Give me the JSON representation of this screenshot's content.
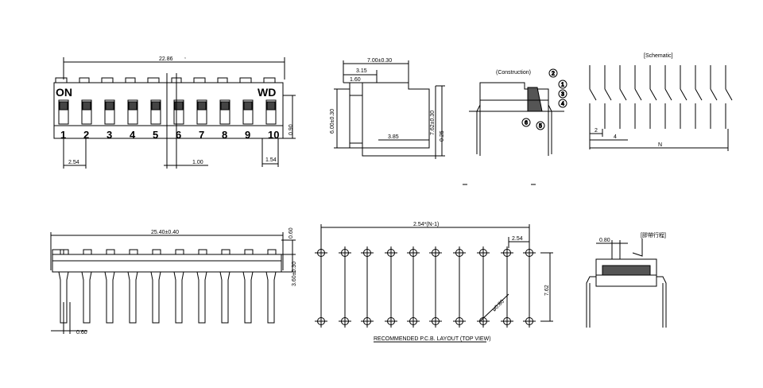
{
  "top_front": {
    "overall_dim": "22.86",
    "on_label": "ON",
    "wd_label": "WD",
    "positions": [
      "1",
      "2",
      "3",
      "4",
      "5",
      "6",
      "7",
      "8",
      "9",
      "10"
    ],
    "pitch_dim": "2.54",
    "pin_dim": "1.00",
    "height_dim": "0.90",
    "edge_dim": "1.54"
  },
  "side_view": {
    "width_dim": "7.00±0.30",
    "dim_a": "3.15",
    "dim_b": "1.60",
    "height_dim": "6.00±0.30",
    "pin_span_dim": "7.62±0.30",
    "bottom_dim": "3.85",
    "thick_dim": "0.25"
  },
  "construction": {
    "title": "(Construction)",
    "callouts": [
      "1",
      "2",
      "3",
      "4",
      "5",
      "6"
    ]
  },
  "schematic": {
    "title": "[Schematic]",
    "dims": [
      "2",
      "4",
      "N"
    ]
  },
  "pin_view": {
    "length_dim": "25.40±0.40",
    "top_dim": "0.60",
    "height_dim": "3.60±0.30",
    "pin_width_dim": "0.60"
  },
  "pcb_layout": {
    "pitch_formula": "2.54*(N-1)",
    "pitch_dim": "2.54",
    "row_dim": "7.62",
    "hole_dim": "ø0.80",
    "caption": "RECOMMENDED P.C.B. LAYOUT (TOP VIEW)"
  },
  "side_detail": {
    "dim": "0.80",
    "note": "[膠帶行程]"
  }
}
